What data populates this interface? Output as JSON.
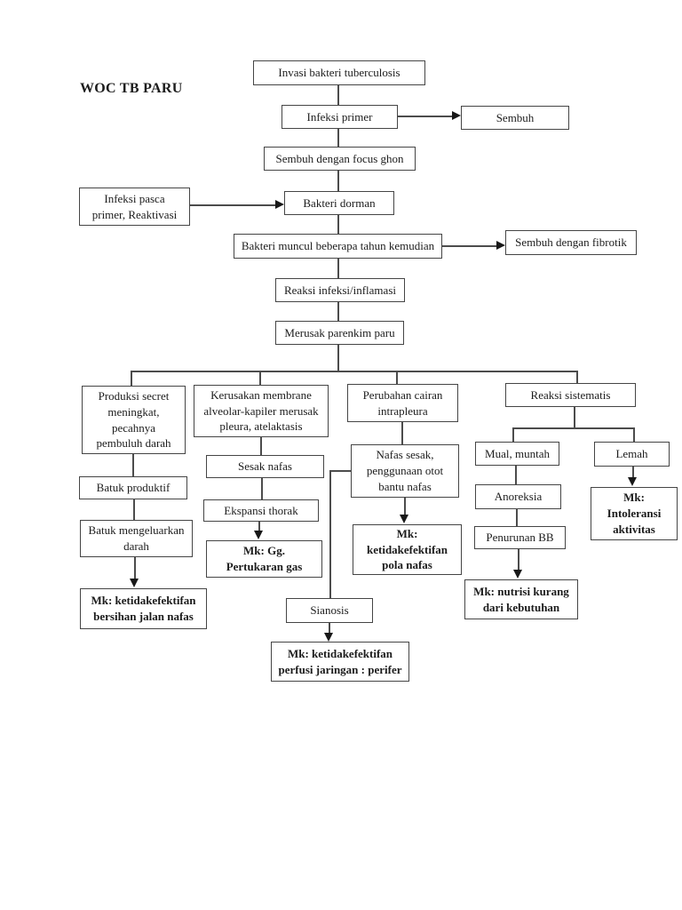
{
  "title": "WOC TB PARU",
  "colors": {
    "page_bg": "#ffffff",
    "box_border": "#454545",
    "connector": "#4c4c4c",
    "text": "#1c1c1c"
  },
  "nodes": {
    "invasi": {
      "label": "Invasi bakteri tuberculosis"
    },
    "infeksi_primer": {
      "label": "Infeksi primer"
    },
    "sembuh": {
      "label": "Sembuh"
    },
    "focus_ghon": {
      "label": "Sembuh dengan focus ghon"
    },
    "infeksi_pasca": {
      "label": "Infeksi pasca\nprimer, Reaktivasi"
    },
    "bakteri_dorman": {
      "label": "Bakteri dorman"
    },
    "bakteri_muncul": {
      "label": "Bakteri muncul beberapa tahun kemudian"
    },
    "fibrotik": {
      "label": "Sembuh dengan fibrotik"
    },
    "reaksi_infeksi": {
      "label": "Reaksi infeksi/inflamasi"
    },
    "merusak": {
      "label": "Merusak parenkim paru"
    },
    "produksi": {
      "label": "Produksi secret\nmeningkat,\npecahnya\npembuluh darah"
    },
    "kerusakan": {
      "label": "Kerusakan membrane\nalveolar-kapiler merusak\npleura, atelaktasis"
    },
    "perubahan": {
      "label": "Perubahan cairan\nintrapleura"
    },
    "reaksi_sistematis": {
      "label": "Reaksi sistematis"
    },
    "batuk_produktif": {
      "label": "Batuk produktif"
    },
    "batuk_darah": {
      "label": "Batuk mengeluarkan\ndarah"
    },
    "mk_bersihan": {
      "label": "Mk: ketidakefektifan\nbersihan jalan nafas"
    },
    "sesak_nafas": {
      "label": "Sesak nafas"
    },
    "ekspansi_thorak": {
      "label": "Ekspansi thorak"
    },
    "mk_pertukaran_gas": {
      "label": "Mk: Gg.\nPertukaran gas"
    },
    "nafas_sesak": {
      "label": "Nafas sesak,\npenggunaan otot\nbantu nafas"
    },
    "mk_pola_nafas": {
      "label": "Mk:\nketidakefektifan\npola nafas"
    },
    "sianosis": {
      "label": "Sianosis"
    },
    "mk_perfusi": {
      "label": "Mk: ketidakefektifan\nperfusi jaringan : perifer"
    },
    "mual_muntah": {
      "label": "Mual, muntah"
    },
    "lemah": {
      "label": "Lemah"
    },
    "anoreksia": {
      "label": "Anoreksia"
    },
    "penurunan_bb": {
      "label": "Penurunan BB"
    },
    "mk_nutrisi": {
      "label": "Mk: nutrisi kurang\ndari kebutuhan"
    },
    "mk_intoleransi": {
      "label": "Mk:\nIntoleransi\naktivitas"
    }
  }
}
